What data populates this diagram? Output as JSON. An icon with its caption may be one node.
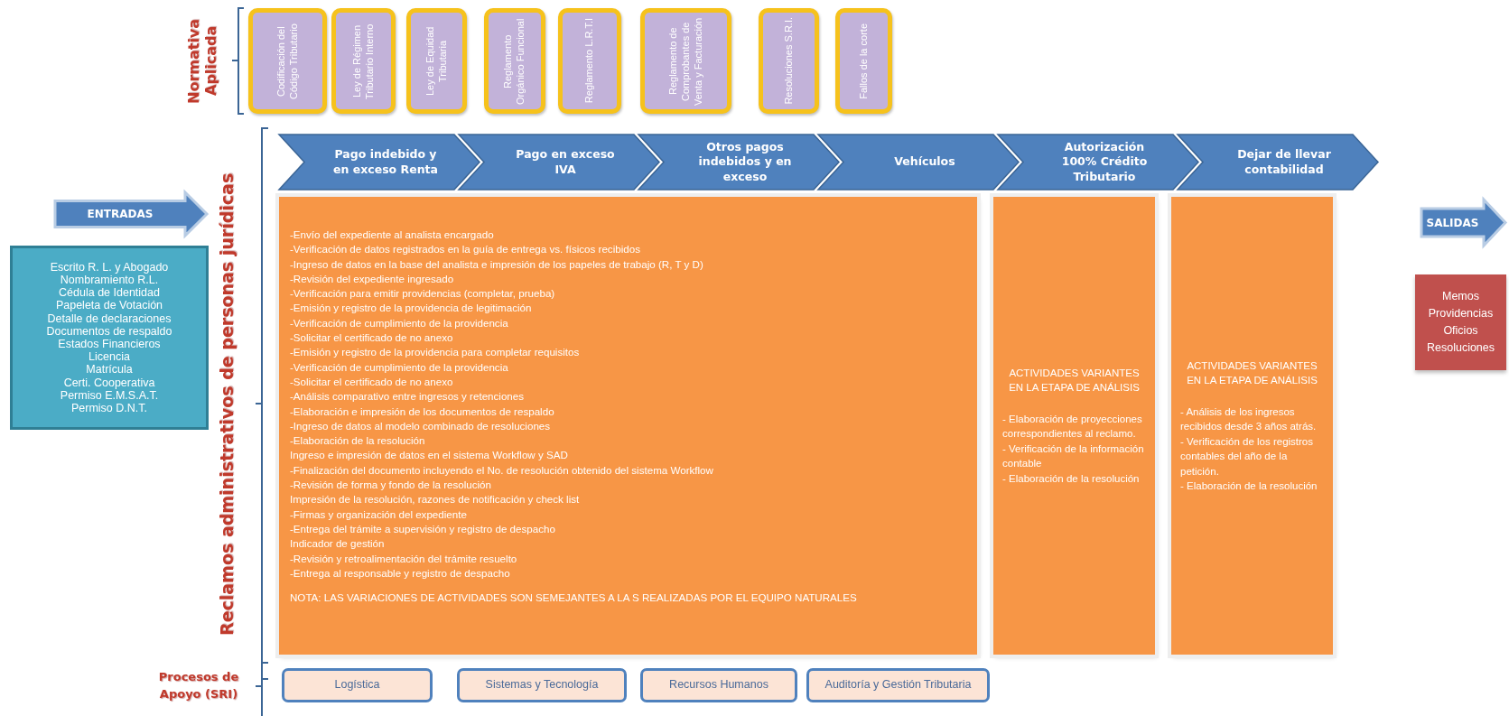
{
  "diagram": {
    "nodes": [
      {
        "text": [
          "Codificación del Código Tributario"
        ]
      },
      {
        "text": [
          "Ley de Régimen Tributario Interno"
        ]
      },
      {
        "text": [
          "Ley de Equidad Tributaria"
        ]
      },
      {
        "text": [
          "Reglamento Orgánico Funcional"
        ]
      },
      {
        "text": [
          "Reglamento L.R.T.I"
        ]
      },
      {
        "text": [
          "Reglamento de Comprobantes de Venta y Facturación"
        ]
      },
      {
        "text": [
          "Resoluciones S.R.I."
        ]
      },
      {
        "text": [
          "Fallos de la corte"
        ]
      },
      {
        "text": [
          "Pago indebido y en exceso Renta"
        ]
      },
      {
        "text": [
          "Pago en exceso IVA"
        ]
      },
      {
        "text": [
          "Otros pagos indebidos y en exceso"
        ]
      },
      {
        "text": [
          "Vehículos"
        ]
      },
      {
        "text": [
          "Autorización 100% Crédito Tributario"
        ]
      },
      {
        "text": [
          "Dejar de llevar contabilidad"
        ]
      },
      {
        "text": [
          "-Envío del expediente al analista encargado",
          "-Verificación de datos registrados en la guía de entrega vs. físicos recibidos",
          "-Ingreso de datos en la base del analista e impresión de los papeles de trabajo (R, T y D)",
          "-Revisión del expediente ingresado",
          "-Verificación para emitir providencias (completar, prueba)",
          "-Emisión y registro de la providencia de legitimación",
          "-Verificación de cumplimiento de la providencia",
          "-Solicitar el certificado de no anexo",
          "-Emisión y registro de la providencia para completar requisitos",
          "-Verificación de cumplimiento de la providencia",
          "-Solicitar el certificado de no anexo",
          "-Análisis comparativo entre ingresos y retenciones",
          "-Elaboración e impresión de los documentos de respaldo",
          "-Ingreso de datos al modelo combinado de resoluciones",
          "-Elaboración de la resolución",
          "Ingreso e impresión de datos en el sistema Workflow y SAD",
          "-Finalización del documento incluyendo el No. de resolución obtenido del sistema Workflow",
          "-Revisión de forma y fondo de la resolución",
          "Impresión de la resolución, razones de notificación y check list",
          "-Firmas y organización del expediente",
          "-Entrega del trámite a supervisión y registro de despacho",
          "Indicador de gestión",
          "-Revisión y retroalimentación del trámite resuelto",
          "-Entrega al responsable y registro de despacho",
          "NOTA: LAS VARIACIONES DE ACTIVIDADES SON SEMEJANTES A LA S REALIZADAS POR EL EQUIPO NATURALES"
        ]
      },
      {
        "text": [
          "ACTIVIDADES VARIANTES EN LA ETAPA DE ANÁLISIS",
          "- Elaboración de proyecciones correspondientes al reclamo.",
          "- Verificación de la información contable",
          "- Elaboración de la resolución"
        ]
      },
      {
        "text": [
          "ACTIVIDADES VARIANTES EN LA ETAPA DE ANÁLISIS",
          "- Análisis de los ingresos recibidos desde 3 años atrás.",
          "- Verificación de los registros contables del año de la petición.",
          "- Elaboración de la resolución"
        ]
      },
      {
        "text": [
          "ENTRADAS"
        ]
      },
      {
        "text": [
          "Escrito R. L. y Abogado",
          "Nombramiento R.L.",
          "Cédula de Identidad",
          "Papeleta de Votación",
          "Detalle de declaraciones",
          "Documentos de respaldo",
          "Estados Financieros",
          "Licencia",
          "Matrícula",
          "Certi. Cooperativa",
          "Permiso E.M.S.A.T.",
          "Permiso D.N.T."
        ]
      },
      {
        "text": [
          "SALIDAS"
        ]
      },
      {
        "text": [
          "Memos",
          "Providencias",
          "Oficios",
          "Resoluciones"
        ]
      },
      {
        "text": [
          "Logística"
        ]
      },
      {
        "text": [
          "Sistemas y Tecnología"
        ]
      },
      {
        "text": [
          "Recursos Humanos"
        ]
      },
      {
        "text": [
          "Auditoría y Gestión Tributaria"
        ]
      }
    ],
    "labels": [
      "Normativa Aplicada",
      "Reclamos administrativos de personas jurídicas",
      "Procesos de Apoyo (SRI)"
    ]
  }
}
